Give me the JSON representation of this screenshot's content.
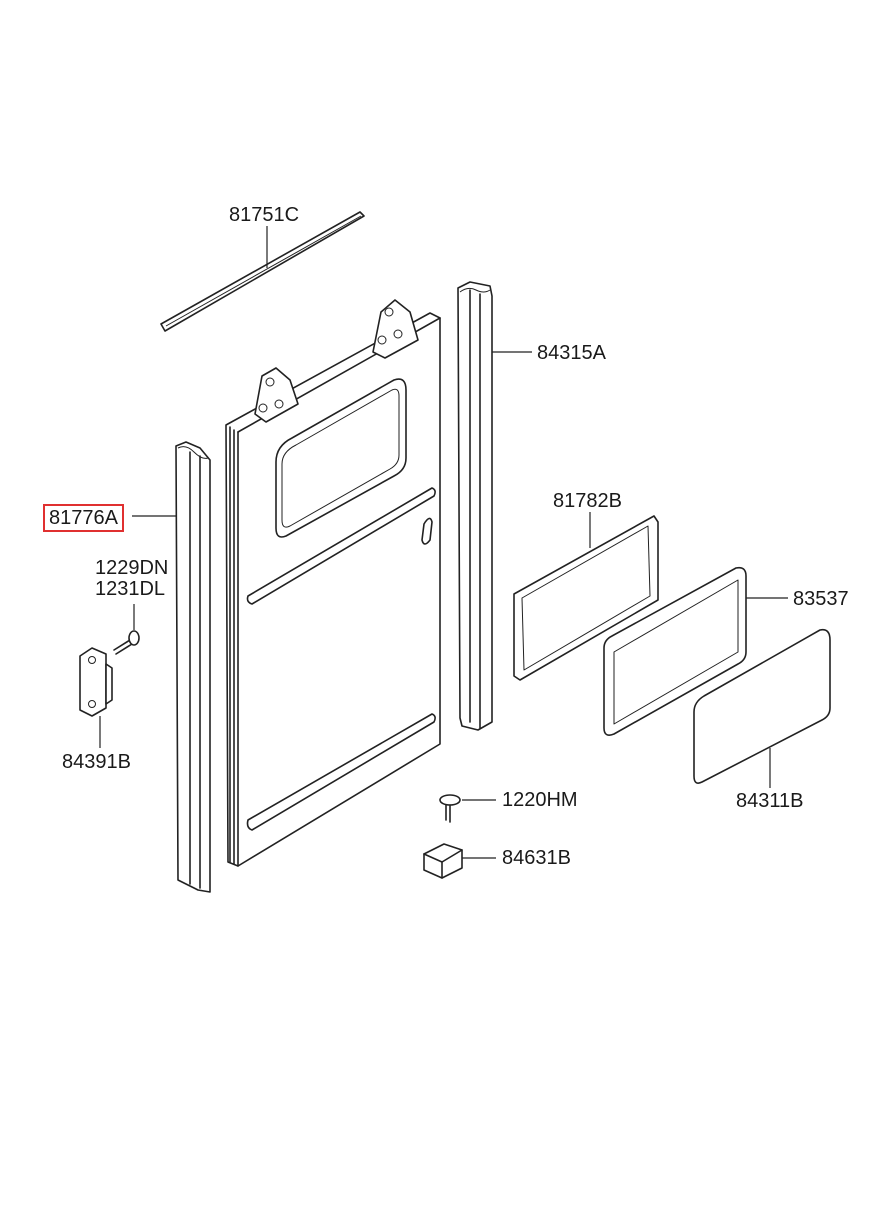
{
  "parts": {
    "p81751C": "81751C",
    "p84315A": "84315A",
    "p81776A": "81776A",
    "p1229DN": "1229DN",
    "p1231DL": "1231DL",
    "p81782B": "81782B",
    "p83537": "83537",
    "p84391B": "84391B",
    "p84311B": "84311B",
    "p1220HM": "1220HM",
    "p84631B": "84631B"
  },
  "highlight_color": "#e03030",
  "line_color": "#222222"
}
